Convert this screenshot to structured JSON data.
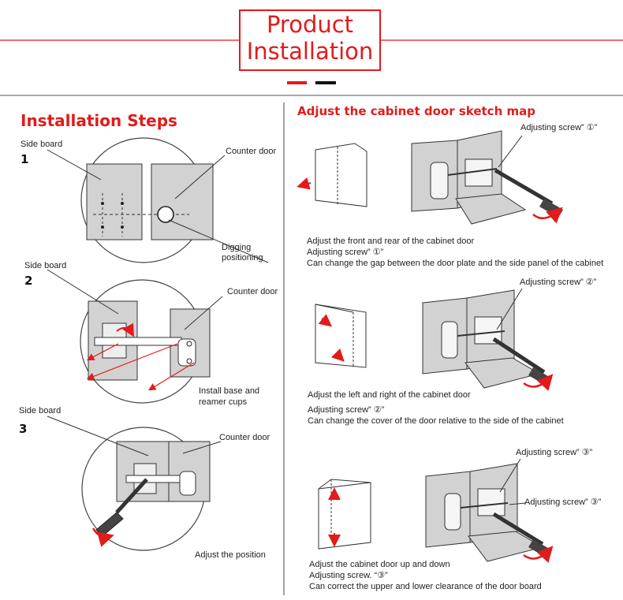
{
  "header": {
    "title_line1": "Product",
    "title_line2": "Installation"
  },
  "left": {
    "heading": "Installation Steps",
    "step1": {
      "number": "1",
      "side_board": "Side board",
      "counter_door": "Counter door",
      "note_line1": "Digging",
      "note_line2": "positioning"
    },
    "step2": {
      "number": "2",
      "side_board": "Side board",
      "counter_door": "Counter door",
      "note_line1": "Install base and",
      "note_line2": "reamer cups"
    },
    "step3": {
      "number": "3",
      "side_board": "Side board",
      "counter_door": "Counter door",
      "note": "Adjust the position"
    }
  },
  "right": {
    "heading": "Adjust the cabinet door sketch map",
    "section1": {
      "screw_label": "Adjusting screw” ①”",
      "line1": "Adjust the front and rear of the cabinet door",
      "line2": "Adjusting screw” ①”",
      "line3": "Can change the gap between the door plate and the side panel of the cabinet"
    },
    "section2": {
      "screw_label": "Adjusting screw” ②”",
      "line1": "Adjust the left and right of the cabinet door",
      "line2": "Adjusting screw” ②”",
      "line3": "Can change the cover of the door relative to the side of the cabinet"
    },
    "section3": {
      "screw_label_top": "Adjusting screw” ③”",
      "screw_label_side": "Adjusting screw” ③”",
      "line1": "Adjust the cabinet door up and down",
      "line2": "Adjusting screw. “③”",
      "line3": "Can correct the upper and lower clearance of the door board"
    }
  },
  "colors": {
    "accent": "#e21b1b",
    "panel_gray": "#cfcfcf",
    "line_dark": "#333333"
  }
}
